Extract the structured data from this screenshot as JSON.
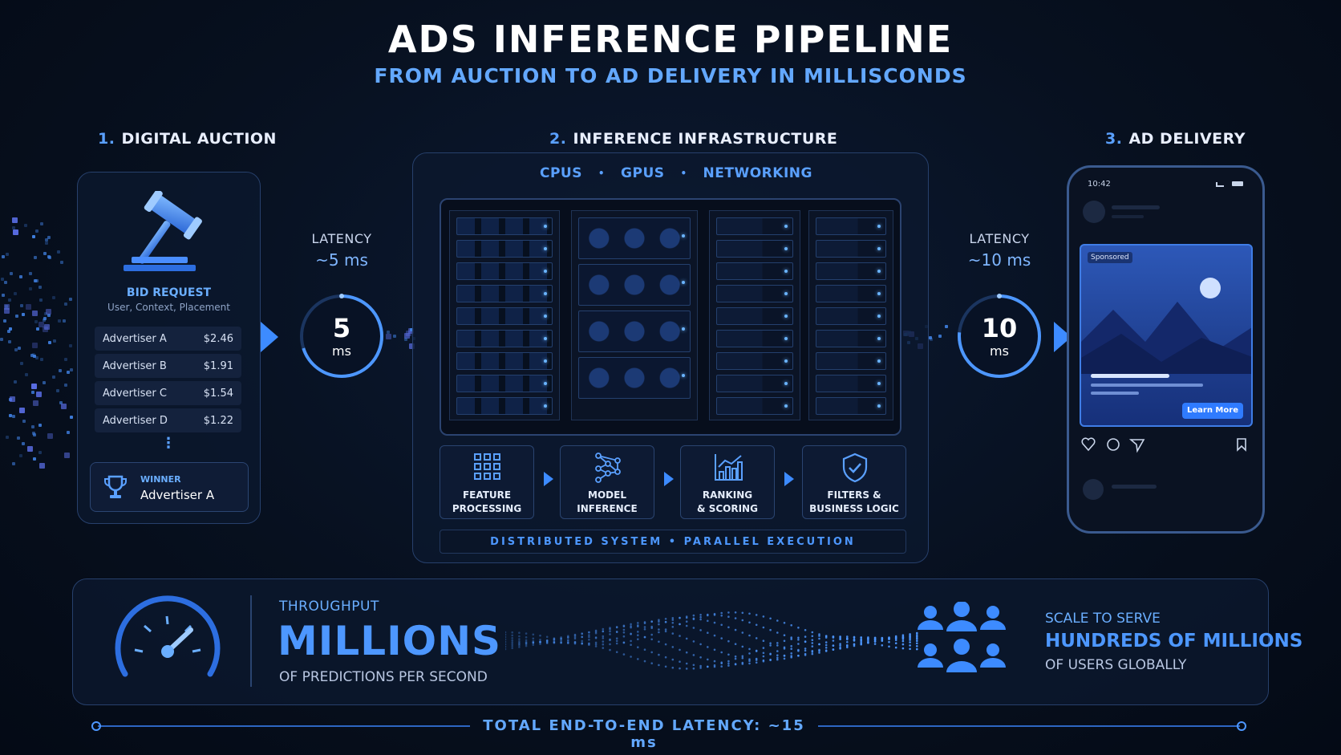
{
  "title": "ADS INFERENCE PIPELINE",
  "subtitle": "FROM AUCTION TO AD DELIVERY IN MILLISCONDS",
  "sections": {
    "auction": {
      "num": "1.",
      "label": "DIGITAL AUCTION"
    },
    "infra": {
      "num": "2.",
      "label": "INFERENCE INFRASTRUCTURE"
    },
    "delivery": {
      "num": "3.",
      "label": "AD DELIVERY"
    }
  },
  "auction": {
    "bid_request": "BID REQUEST",
    "bid_sub": "User, Context, Placement",
    "advertisers": [
      {
        "name": "Advertiser A",
        "bid": "$2.46"
      },
      {
        "name": "Advertiser B",
        "bid": "$1.91"
      },
      {
        "name": "Advertiser C",
        "bid": "$1.54"
      },
      {
        "name": "Advertiser D",
        "bid": "$1.22"
      }
    ],
    "more": "⋮",
    "winner_label": "WINNER",
    "winner_name": "Advertiser A"
  },
  "latency1": {
    "label": "LATENCY",
    "value": "~5 ms",
    "num": "5",
    "unit": "ms"
  },
  "latency2": {
    "label": "LATENCY",
    "value": "~10 ms",
    "num": "10",
    "unit": "ms"
  },
  "infra": {
    "tags": [
      "CPUS",
      "GPUS",
      "NETWORKING"
    ],
    "sep": "•",
    "steps": [
      {
        "label": "FEATURE\nPROCESSING",
        "icon": "grid-icon"
      },
      {
        "label": "MODEL\nINFERENCE",
        "icon": "network-graph-icon"
      },
      {
        "label": "RANKING\n& SCORING",
        "icon": "chart-icon"
      },
      {
        "label": "FILTERS &\nBUSINESS LOGIC",
        "icon": "shield-check-icon"
      }
    ],
    "footer": "DISTRIBUTED SYSTEM • PARALLEL EXECUTION"
  },
  "phone": {
    "time": "10:42",
    "sponsored": "Sponsored",
    "cta": "Learn More"
  },
  "throughput": {
    "label": "THROUGHPUT",
    "value": "MILLIONS",
    "sub": "OF PREDICTIONS PER SECOND"
  },
  "scale": {
    "label": "SCALE TO SERVE",
    "value": "HUNDREDS OF MILLIONS",
    "sub": "OF USERS GLOBALLY"
  },
  "total_latency": "TOTAL END-TO-END LATENCY: ~15 ms",
  "colors": {
    "accent": "#3d8bff",
    "accent_light": "#63a8ff",
    "panel_border": "#27406c",
    "background": "#07101f"
  }
}
